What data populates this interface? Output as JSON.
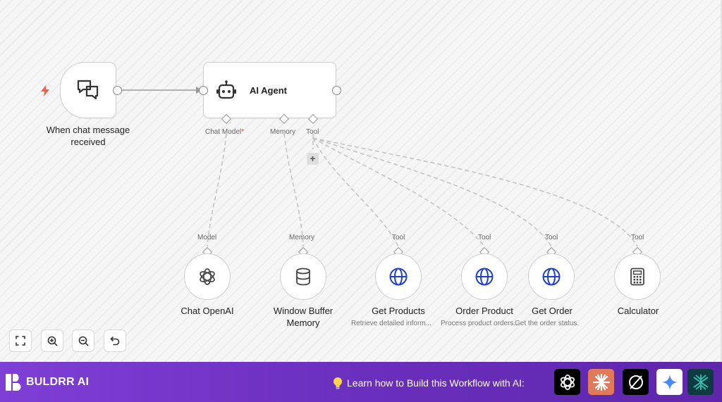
{
  "workflow": {
    "trigger": {
      "title": "When chat message received"
    },
    "agent": {
      "title": "AI Agent",
      "inputs": {
        "chat_model": "Chat Model",
        "chat_model_required": "*",
        "memory": "Memory",
        "tool": "Tool"
      },
      "add_tool": "+"
    },
    "subnodes": [
      {
        "slot": "Model",
        "title": "Chat OpenAI",
        "desc": "",
        "icon": "openai-icon"
      },
      {
        "slot": "Memory",
        "title": "Window Buffer\nMemory",
        "desc": "",
        "icon": "database-icon"
      },
      {
        "slot": "Tool",
        "title": "Get Products",
        "desc": "Retrieve detailed inform...",
        "icon": "globe-icon"
      },
      {
        "slot": "Tool",
        "title": "Order Product",
        "desc": "Process product orders...",
        "icon": "globe-icon"
      },
      {
        "slot": "Tool",
        "title": "Get Order",
        "desc": "Get the order status.",
        "icon": "globe-icon"
      },
      {
        "slot": "Tool",
        "title": "Calculator",
        "desc": "",
        "icon": "calculator-icon"
      }
    ]
  },
  "controls": [
    "fit-view-icon",
    "zoom-in-icon",
    "zoom-out-icon",
    "undo-icon"
  ],
  "footer": {
    "brand": "BULDRR AI",
    "cta": "Learn how to Build this Workflow with AI:",
    "ai_icons": [
      "chatgpt-icon",
      "claude-icon",
      "perplexity-icon",
      "gemini-icon",
      "deepseek-icon"
    ]
  },
  "colors": {
    "accent": "#7f3fd6",
    "trigger_bolt": "#f0604a",
    "globe": "#1f3fd1",
    "wire": "#bdbdbd"
  }
}
